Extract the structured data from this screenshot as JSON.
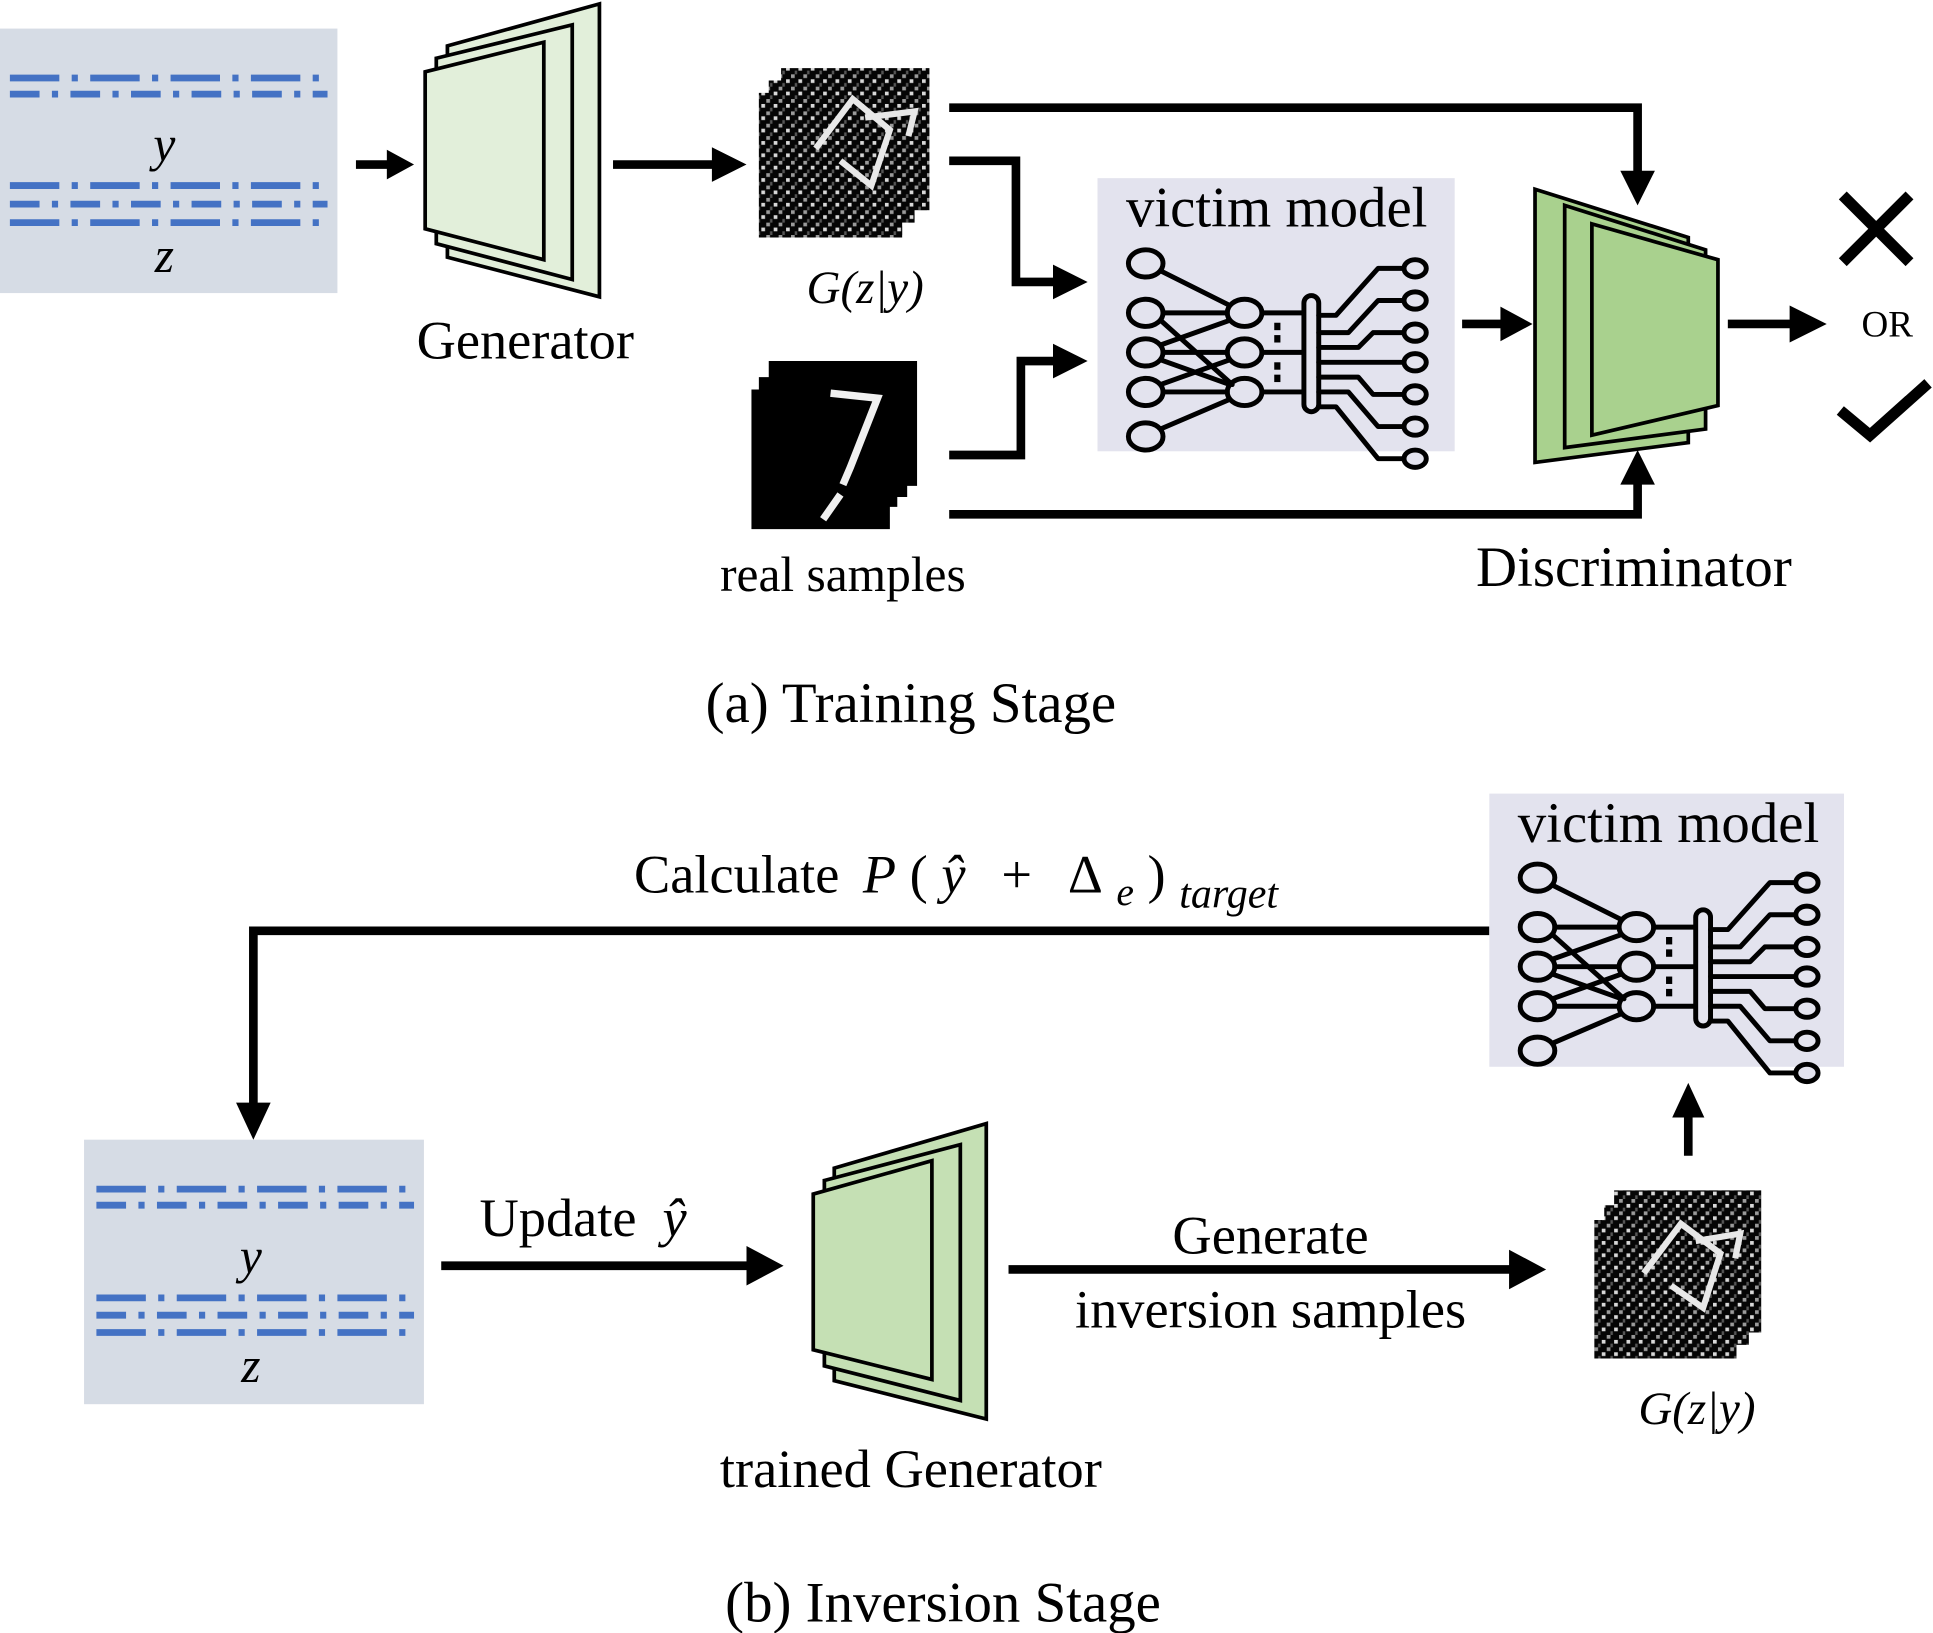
{
  "figure": {
    "colors": {
      "latent_panel": "#d6dce5",
      "latent_dash": "#4472c4",
      "generator_fill": "#e2efda",
      "trained_generator_fill": "#c5e0b4",
      "discriminator_fill": "#a9d18e",
      "victim_panel": "#e3e3ee",
      "arrow": "#000000"
    },
    "training_stage": {
      "caption": "(a) Training Stage",
      "latent": {
        "y_label": "y",
        "z_label": "z"
      },
      "generator_label": "Generator",
      "generated_sample_label": "G(z|y)",
      "real_samples_label": "real samples",
      "victim_model_label": "victim model",
      "discriminator_label": "Discriminator",
      "output_or_label": "OR",
      "output_icons": [
        "cross-icon",
        "check-icon"
      ]
    },
    "inversion_stage": {
      "caption": "(b) Inversion Stage",
      "latent": {
        "y_label": "y",
        "z_label": "z"
      },
      "calculate_label": "Calculate",
      "calculate_formula": {
        "P": "P",
        "open": "(",
        "yhat": "ŷ",
        "plus": "+",
        "delta": "Δ",
        "delta_sub": "e",
        "close": ")",
        "subscript": "target"
      },
      "update_label": "Update",
      "update_symbol": "ŷ",
      "trained_generator_label": "trained Generator",
      "generate_label_line1": "Generate",
      "generate_label_line2": "inversion samples",
      "generated_sample_label": "G(z|y)",
      "victim_model_label": "victim model"
    }
  }
}
